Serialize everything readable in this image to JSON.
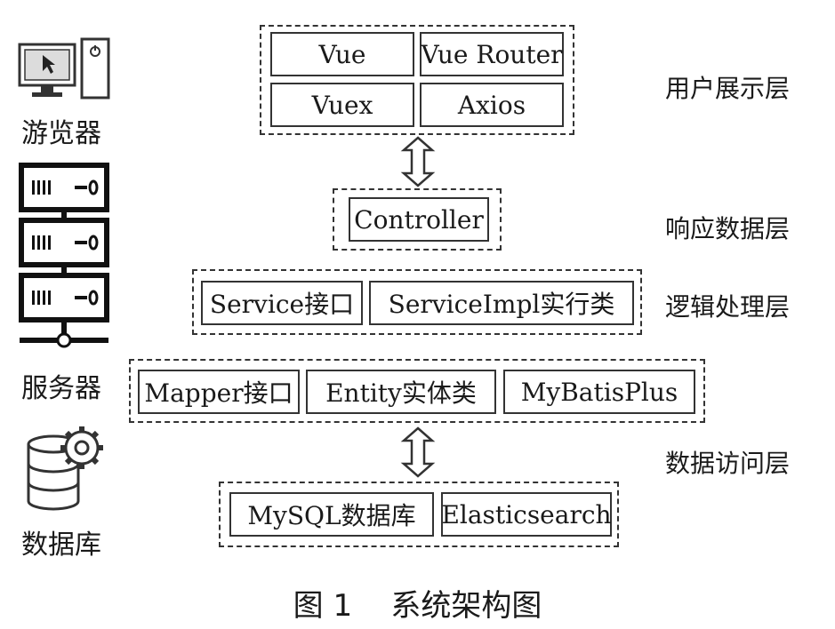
{
  "side_icons": {
    "browser": "游览器",
    "server": "服务器",
    "database": "数据库"
  },
  "layers": {
    "presentation": "用户展示层",
    "response": "响应数据层",
    "logic": "逻辑处理层",
    "data_access": "数据访问层"
  },
  "boxes": {
    "vue": "Vue",
    "vue_router": "Vue Router",
    "vuex": "Vuex",
    "axios": "Axios",
    "controller": "Controller",
    "service": "Service接口",
    "service_impl": "ServiceImpl实行类",
    "mapper": "Mapper接口",
    "entity": "Entity实体类",
    "mybatisplus": "MyBatisPlus",
    "mysql": "MySQL数据库",
    "elasticsearch": "Elasticsearch"
  },
  "caption": "图 1    系统架构图",
  "icons": [
    "computer-icon",
    "server-rack-icon",
    "database-gear-icon",
    "double-arrow-icon"
  ]
}
